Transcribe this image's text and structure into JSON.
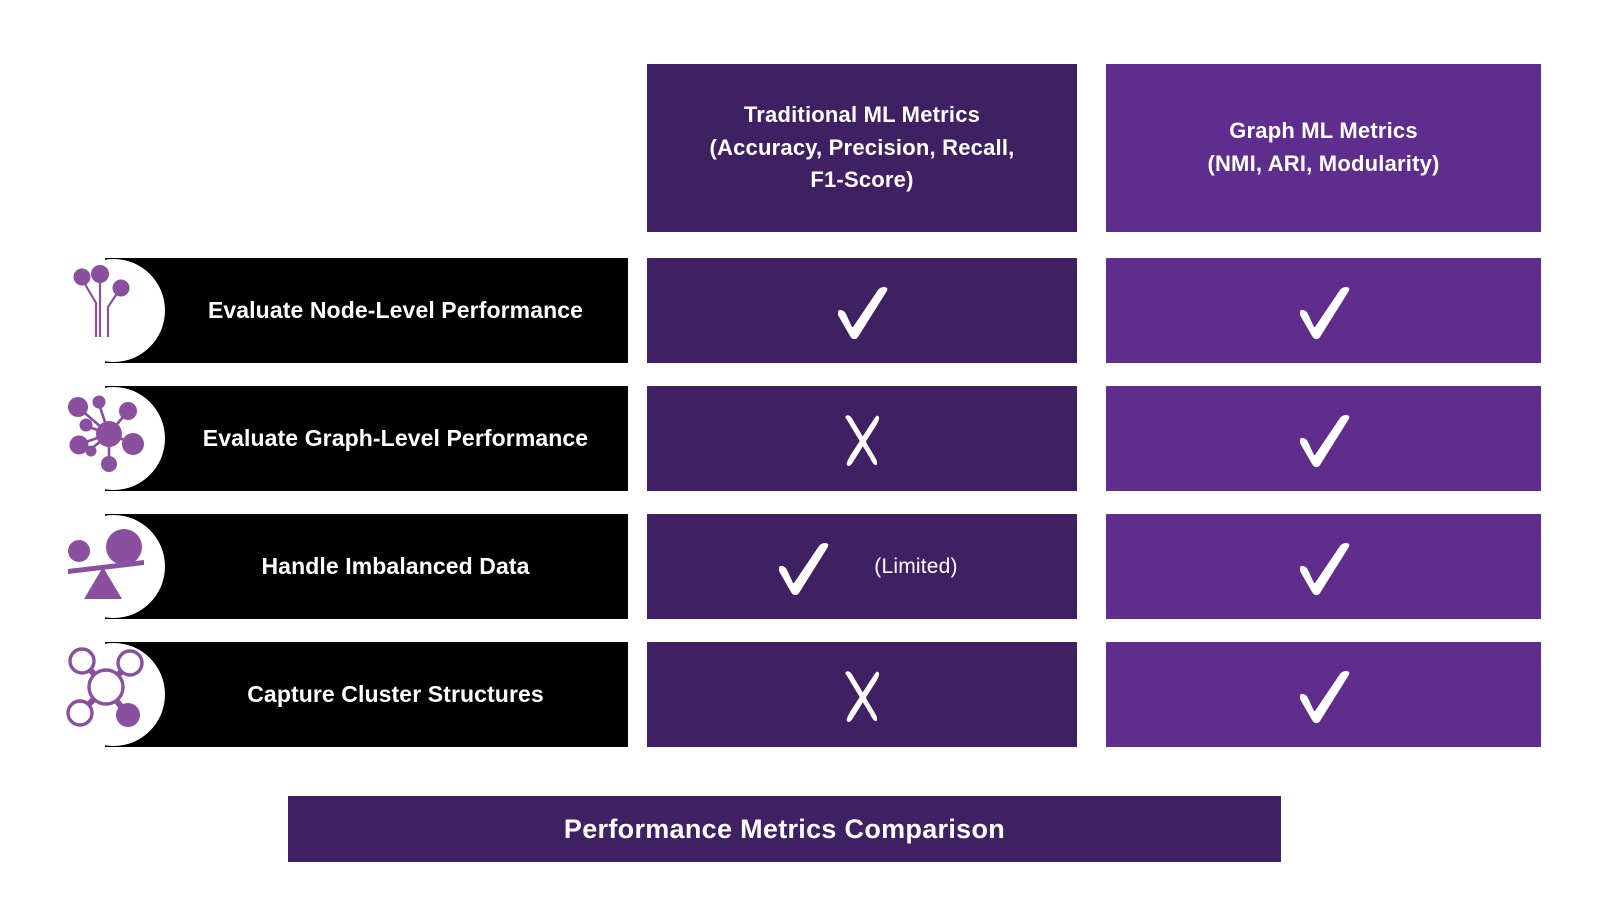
{
  "columns": [
    {
      "id": "traditional",
      "lines": [
        "Traditional ML Metrics",
        "(Accuracy, Precision, Recall,",
        "F1-Score)"
      ],
      "color": "#3F2163"
    },
    {
      "id": "graph",
      "lines": [
        "Graph ML Metrics",
        "(NMI, ARI, Modularity)"
      ],
      "color": "#5E2D8E"
    }
  ],
  "rows": [
    {
      "label": "Evaluate Node-Level Performance",
      "icon": "node-network-icon",
      "traditional": {
        "mark": "check",
        "note": ""
      },
      "graph": {
        "mark": "check",
        "note": ""
      }
    },
    {
      "label": "Evaluate Graph-Level Performance",
      "icon": "graph-hub-icon",
      "traditional": {
        "mark": "cross",
        "note": ""
      },
      "graph": {
        "mark": "check",
        "note": ""
      }
    },
    {
      "label": "Handle Imbalanced Data",
      "icon": "balance-scale-icon",
      "traditional": {
        "mark": "check",
        "note": "(Limited)"
      },
      "graph": {
        "mark": "check",
        "note": ""
      }
    },
    {
      "label": "Capture Cluster Structures",
      "icon": "cluster-molecule-icon",
      "traditional": {
        "mark": "cross",
        "note": ""
      },
      "graph": {
        "mark": "check",
        "note": ""
      }
    }
  ],
  "footer": {
    "title": "Performance Metrics Comparison",
    "color": "#3F2163"
  },
  "theme": {
    "background": "#FFFFFF",
    "label_bar": "#000000",
    "label_text": "#FFFFFF",
    "icon_accent": "#8B4F9F",
    "mark_color": "#FFFFFF",
    "column_traditional": "#3F2163",
    "column_graph": "#5E2D8E"
  }
}
